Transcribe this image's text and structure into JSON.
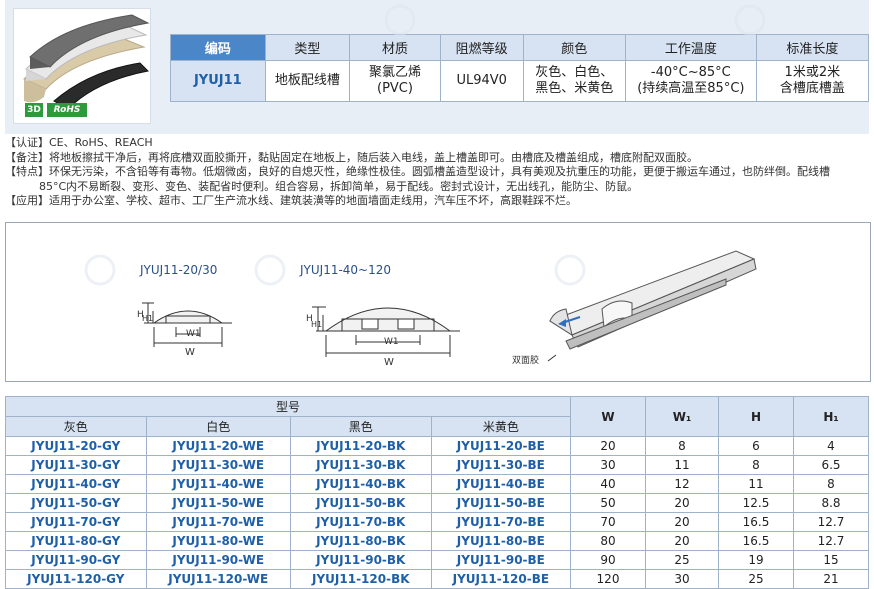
{
  "badges": {
    "d3": "3D",
    "rohs": "RoHS"
  },
  "spec_table": {
    "headers": [
      "编码",
      "类型",
      "材质",
      "阻燃等级",
      "颜色",
      "工作温度",
      "标准长度"
    ],
    "row": {
      "code": "JYUJ11",
      "type": "地板配线槽",
      "material_1": "聚氯乙烯",
      "material_2": "(PVC)",
      "flame": "UL94V0",
      "color_1": "灰色、白色、",
      "color_2": "黑色、米黄色",
      "temp_1": "-40°C~85°C",
      "temp_2": "(持续高温至85°C)",
      "length_1": "1米或2米",
      "length_2": "含槽底槽盖"
    }
  },
  "notes": {
    "cert": "【认证】CE、RoHS、REACH",
    "remark": "【备注】将地板擦拭干净后，再将底槽双面胶撕开，黏贴固定在地板上，随后装入电线，盖上槽盖即可。由槽底及槽盖组成，槽底附配双面胶。",
    "feature_1": "【特点】环保无污染，不含铅等有毒物。低烟微卤，良好的自熄灭性，绝缘性极佳。圆弧槽盖造型设计，具有美观及抗重压的功能，更便于搬运车通过，也防绊倒。配线槽",
    "feature_2": "85°C内不易断裂、变形、变色、装配省时便利。组合容易，拆卸简单，易于配线。密封式设计，无出线孔，能防尘、防鼠。",
    "application": "【应用】适用于办公室、学校、超市、工厂生产流水线、建筑装潢等的地面墙面走线用，汽车压不坏，高跟鞋踩不烂。"
  },
  "diagram": {
    "label_small": "JYUJ11-20/30",
    "label_large": "JYUJ11-40~120",
    "tape_label": "双面胶",
    "dim_H": "H",
    "dim_H1": "H1",
    "dim_W": "W",
    "dim_W1": "W1"
  },
  "model_table": {
    "group_header": "型号",
    "color_headers": [
      "灰色",
      "白色",
      "黑色",
      "米黄色"
    ],
    "dim_headers": [
      "W",
      "W₁",
      "H",
      "H₁"
    ],
    "rows": [
      {
        "gy": "JYUJ11-20-GY",
        "we": "JYUJ11-20-WE",
        "bk": "JYUJ11-20-BK",
        "be": "JYUJ11-20-BE",
        "w": "20",
        "w1": "8",
        "h": "6",
        "h1": "4"
      },
      {
        "gy": "JYUJ11-30-GY",
        "we": "JYUJ11-30-WE",
        "bk": "JYUJ11-30-BK",
        "be": "JYUJ11-30-BE",
        "w": "30",
        "w1": "11",
        "h": "8",
        "h1": "6.5"
      },
      {
        "gy": "JYUJ11-40-GY",
        "we": "JYUJ11-40-WE",
        "bk": "JYUJ11-40-BK",
        "be": "JYUJ11-40-BE",
        "w": "40",
        "w1": "12",
        "h": "11",
        "h1": "8"
      },
      {
        "gy": "JYUJ11-50-GY",
        "we": "JYUJ11-50-WE",
        "bk": "JYUJ11-50-BK",
        "be": "JYUJ11-50-BE",
        "w": "50",
        "w1": "20",
        "h": "12.5",
        "h1": "8.8"
      },
      {
        "gy": "JYUJ11-70-GY",
        "we": "JYUJ11-70-WE",
        "bk": "JYUJ11-70-BK",
        "be": "JYUJ11-70-BE",
        "w": "70",
        "w1": "20",
        "h": "16.5",
        "h1": "12.7"
      },
      {
        "gy": "JYUJ11-80-GY",
        "we": "JYUJ11-80-WE",
        "bk": "JYUJ11-80-BK",
        "be": "JYUJ11-80-BE",
        "w": "80",
        "w1": "20",
        "h": "16.5",
        "h1": "12.7"
      },
      {
        "gy": "JYUJ11-90-GY",
        "we": "JYUJ11-90-WE",
        "bk": "JYUJ11-90-BK",
        "be": "JYUJ11-90-BE",
        "w": "90",
        "w1": "25",
        "h": "19",
        "h1": "15"
      },
      {
        "gy": "JYUJ11-120-GY",
        "we": "JYUJ11-120-WE",
        "bk": "JYUJ11-120-BK",
        "be": "JYUJ11-120-BE",
        "w": "120",
        "w1": "30",
        "h": "25",
        "h1": "21"
      }
    ]
  },
  "colors": {
    "accent": "#4a86c8",
    "header_bg": "#d7e3f3",
    "part_number": "#1f5fa8"
  }
}
